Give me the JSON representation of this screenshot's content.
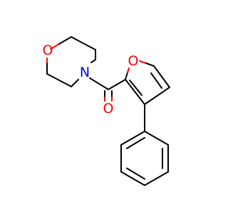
{
  "molecule": {
    "atoms": {
      "morpholine_oxygen": {
        "symbol": "O",
        "color": "#ff0000"
      },
      "morpholine_nitrogen": {
        "symbol": "N",
        "color": "#0000ff"
      },
      "carbonyl_oxygen": {
        "symbol": "O",
        "color": "#ff0000"
      },
      "furan_oxygen": {
        "symbol": "O",
        "color": "#ff0000"
      }
    },
    "bond_color": "#000000"
  }
}
